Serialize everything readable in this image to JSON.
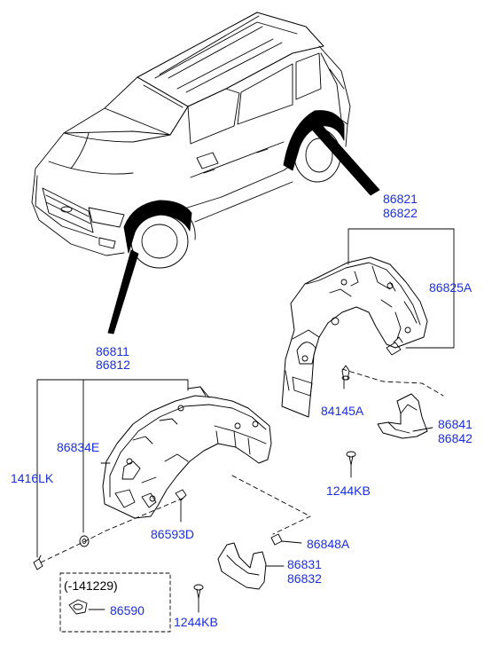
{
  "diagram": {
    "callouts": {
      "rear_liner_a": "86821",
      "rear_liner_b": "86822",
      "rear_liner_rh": "86825A",
      "rear_clip": "84145A",
      "rear_mudguard_a": "86841",
      "rear_mudguard_b": "86842",
      "rear_screw": "1244KB",
      "front_liner_a": "86811",
      "front_liner_b": "86812",
      "front_washer": "86834E",
      "front_pin": "1416LK",
      "front_nut": "86593D",
      "front_bolt": "86848A",
      "front_mudguard_a": "86831",
      "front_mudguard_b": "86832",
      "front_screw": "1244KB",
      "date_note": "(-141229)",
      "grommet": "86590"
    },
    "colors": {
      "callout_text": "#1a2ee0",
      "line_art": "#000000",
      "background": "#ffffff"
    }
  }
}
